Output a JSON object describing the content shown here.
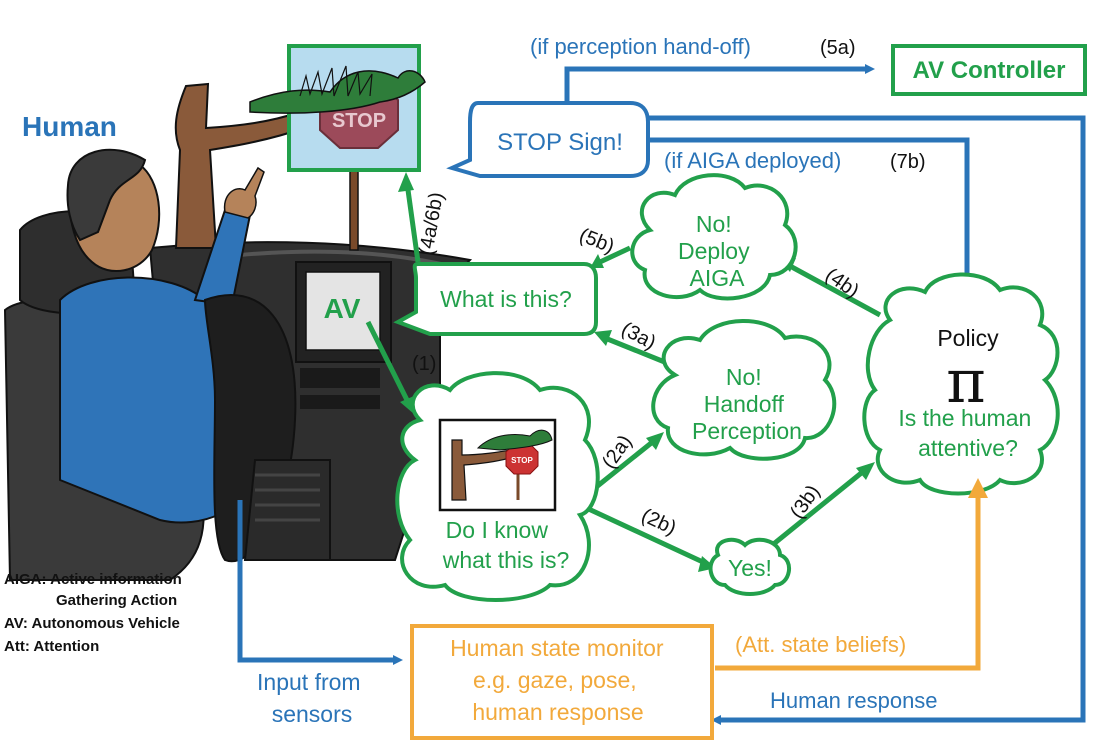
{
  "colors": {
    "blue": "#2a74b8",
    "green": "#22a04b",
    "orange": "#f2a93b",
    "skin": "#b5835a",
    "trunk": "#8a5a3a",
    "stop_red": "#9c4a5a",
    "sky": "#b7dcef",
    "seat": "#3a3a3a"
  },
  "labels": {
    "human": "Human",
    "av_controller": "AV Controller",
    "stop_sign": "STOP Sign!",
    "stop_text": "STOP",
    "mini_stop_text": "STOP",
    "if_handoff": "(if perception hand-off)",
    "step_5a": "(5a)",
    "if_aiga": "(if AIGA deployed)",
    "step_7b": "(7b)",
    "step_4a6b": "(4a/6b)",
    "step_5b": "(5b)",
    "step_4b": "(4b)",
    "step_3a": "(3a)",
    "step_3b": "(3b)",
    "step_2a": "(2a)",
    "step_2b": "(2b)",
    "step_1": "(1)",
    "av_screen": "AV",
    "what_is_this": "What is this?",
    "deploy_aiga": [
      "No!",
      "Deploy",
      "AIGA"
    ],
    "handoff": [
      "No!",
      "Handoff",
      "Perception"
    ],
    "do_i_know": [
      "Do I know",
      "what this is?"
    ],
    "yes": "Yes!",
    "policy": "Policy",
    "pi": "π",
    "attentive": [
      "Is the human",
      "attentive?"
    ],
    "att_beliefs": "(Att. state beliefs)",
    "human_response": "Human response",
    "input_sensors": [
      "Input from",
      "sensors"
    ],
    "monitor": [
      "Human state monitor",
      "e.g. gaze, pose,",
      "human response"
    ]
  },
  "legend": [
    "AIGA: Active information",
    "Gathering Action",
    "AV: Autonomous Vehicle",
    "Att: Attention"
  ]
}
